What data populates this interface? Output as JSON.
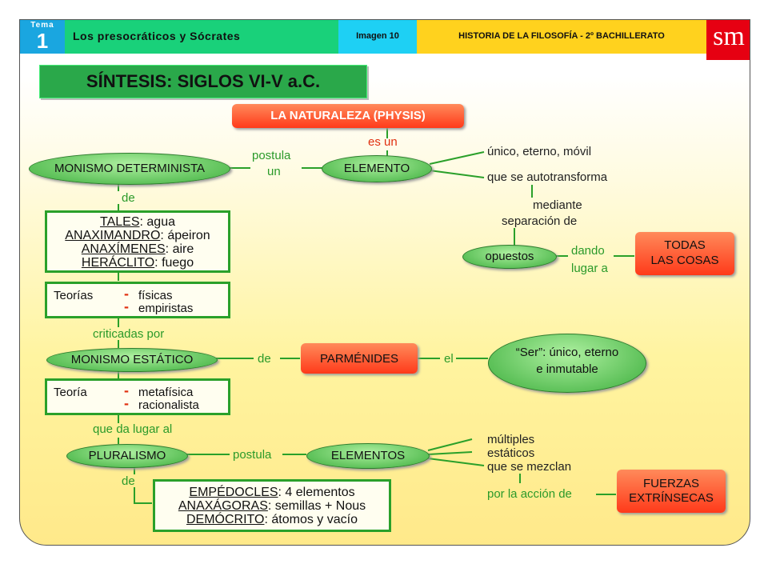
{
  "header": {
    "tema_word": "Tema",
    "tema_num": "1",
    "title": "Los presocráticos y Sócrates",
    "imagen": "Imagen 10",
    "historia": "HISTORIA DE LA FILOSOFÍA - 2º BACHILLERATO",
    "logo": "sm"
  },
  "synthesis_title": "SÍNTESIS: SIGLOS VI-V a.C.",
  "nodes": {
    "naturaleza": "LA NATURALEZA (PHYSIS)",
    "monismo_det": "MONISMO DETERMINISTA",
    "elemento": "ELEMENTO",
    "opuestos": "opuestos",
    "todas_1": "TODAS",
    "todas_2": "LAS COSAS",
    "monismo_est": "MONISMO ESTÁTICO",
    "parmenides": "PARMÉNIDES",
    "ser_1": "“Ser”: único, eterno",
    "ser_2": "e inmutable",
    "pluralismo": "PLURALISMO",
    "elementos": "ELEMENTOS",
    "fuerzas_1": "FUERZAS",
    "fuerzas_2": "EXTRÍNSECAS"
  },
  "labels": {
    "es_un": "es un",
    "postula_un_1": "postula",
    "postula_un_2": "un",
    "unico": "único, eterno, móvil",
    "autotransforma": "que se autotransforma",
    "mediante": "mediante",
    "separacion": "separación de",
    "dando": "dando",
    "lugar_a": "lugar a",
    "de1": "de",
    "criticadas": "criticadas por",
    "de2": "de",
    "el": "el",
    "da_lugar": "que da lugar al",
    "postula": "postula",
    "de3": "de",
    "multiples": "múltiples",
    "estaticos": "estáticos",
    "mezclan": "que se mezclan",
    "por_accion": "por la acción de"
  },
  "box_tales": {
    "l1a": "TALES",
    "l1b": ": agua",
    "l2a": "ANAXIMANDRO",
    "l2b": ": ápeiron",
    "l3a": "ANAXÍMENES",
    "l3b": ": aire",
    "l4a": "HERÁCLITO",
    "l4b": ": fuego"
  },
  "box_teorias": {
    "label": "Teorías",
    "dash": "-",
    "t1": "físicas",
    "t2": "empiristas"
  },
  "box_teoria": {
    "label": "Teoría",
    "dash": "-",
    "t1": "metafísica",
    "t2": "racionalista"
  },
  "box_plural": {
    "l1a": "EMPÉDOCLES",
    "l1b": ":  4 elementos",
    "l2a": "ANAXÁGORAS",
    "l2b": ": semillas + Nous",
    "l3a": "DEMÓCRITO",
    "l3b": ": átomos y vacío"
  }
}
